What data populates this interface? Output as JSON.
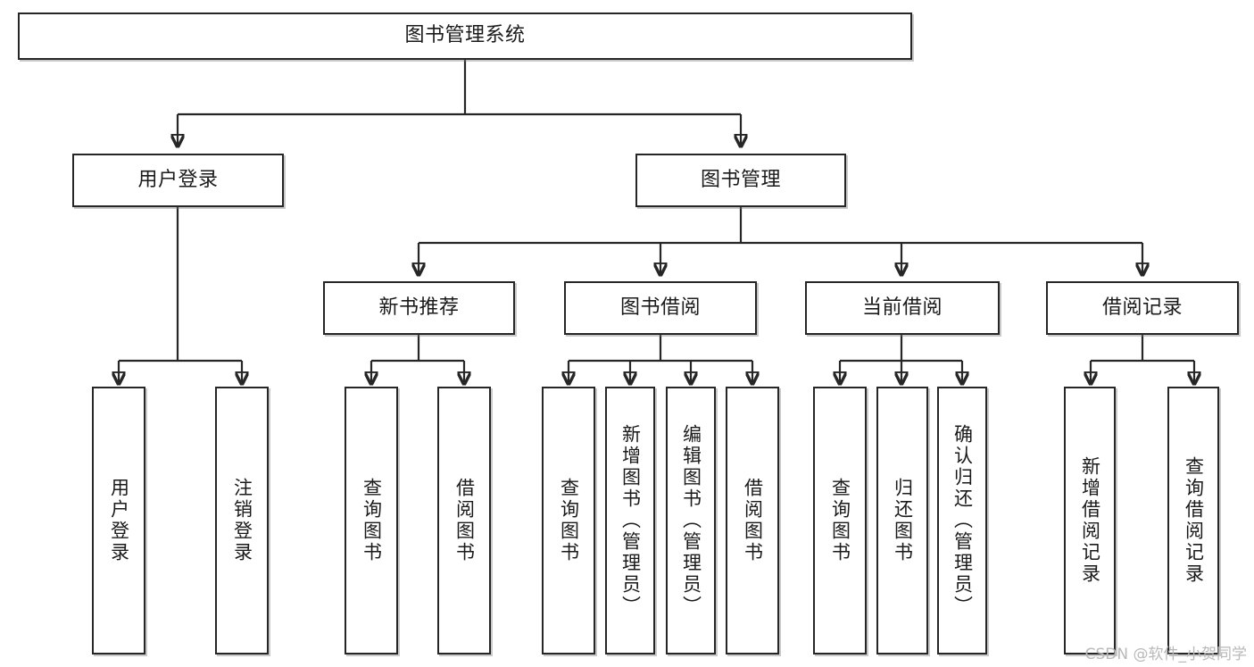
{
  "diagram": {
    "title": "图书管理系统",
    "type": "tree",
    "watermark": "CSDN @软件_小贺同学",
    "colors": {
      "box_border": "#262626",
      "box_fill": "#ffffff",
      "line": "#262626",
      "text": "#1a1a1a",
      "watermark": "#b9b9b9",
      "background": "#ffffff"
    },
    "root": {
      "label": "图书管理系统"
    },
    "level2": [
      {
        "label": "用户登录"
      },
      {
        "label": "图书管理"
      }
    ],
    "level3": [
      {
        "label": "新书推荐"
      },
      {
        "label": "图书借阅"
      },
      {
        "label": "当前借阅"
      },
      {
        "label": "借阅记录"
      }
    ],
    "leaves": {
      "user_login": [
        {
          "label": "用户登录"
        },
        {
          "label": "注销登录"
        }
      ],
      "new_book_recommend": [
        {
          "label": "查询图书"
        },
        {
          "label": "借阅图书"
        }
      ],
      "book_borrow": [
        {
          "label": "查询图书"
        },
        {
          "label": "新增图书（管理员）"
        },
        {
          "label": "编辑图书（管理员）"
        },
        {
          "label": "借阅图书"
        }
      ],
      "current_borrow": [
        {
          "label": "查询图书"
        },
        {
          "label": "归还图书"
        },
        {
          "label": "确认归还（管理员）"
        }
      ],
      "borrow_record": [
        {
          "label": "新增借阅记录"
        },
        {
          "label": "查询借阅记录"
        }
      ]
    }
  }
}
